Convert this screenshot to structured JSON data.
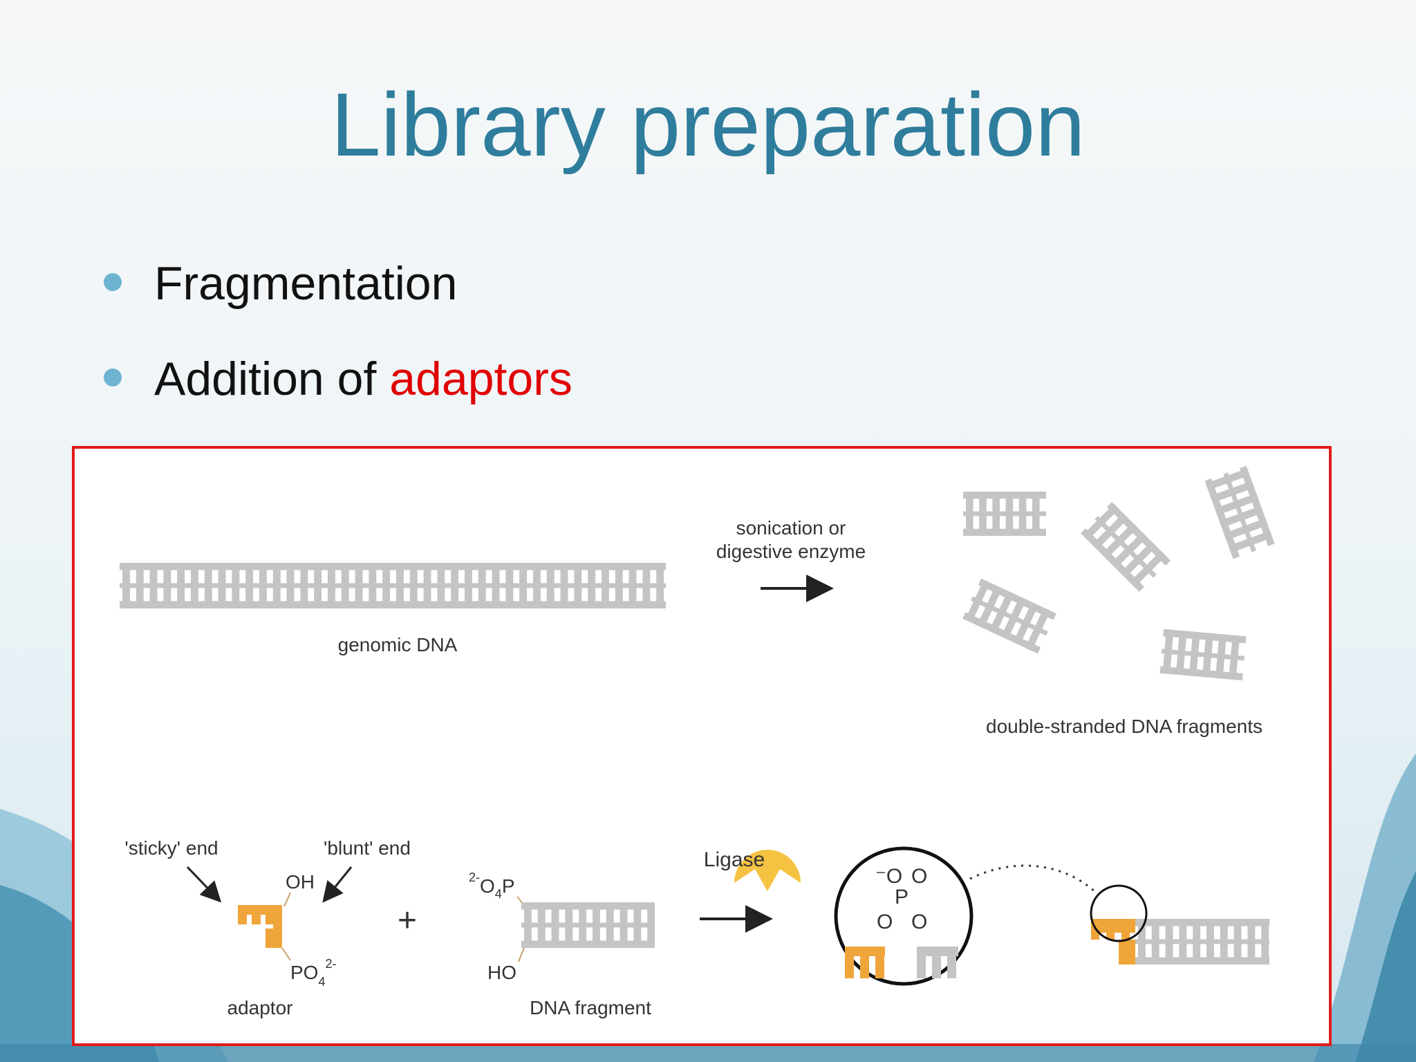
{
  "slide": {
    "title": "Library preparation",
    "bullets": [
      {
        "text": "Fragmentation"
      },
      {
        "prefix": "Addition of ",
        "highlight": "adaptors"
      }
    ]
  },
  "diagram": {
    "top": {
      "genomic_label": "genomic DNA",
      "method_line1": "sonication or",
      "method_line2": "digestive enzyme",
      "fragments_label": "double-stranded DNA fragments"
    },
    "bottom": {
      "sticky_label": "'sticky' end",
      "blunt_label": "'blunt' end",
      "oh_label": "OH",
      "po4_label": "PO",
      "po4_sub": "4",
      "po4_sup": "2-",
      "adaptor_label": "adaptor",
      "plus": "+",
      "o4p_sup": "2-",
      "o4p_o": "O",
      "o4p_sub": "4",
      "o4p_p": "P",
      "ho_label": "HO",
      "fragment_label": "DNA fragment",
      "ligase_label": "Ligase",
      "phosphate": {
        "o_minus": "⁻O",
        "o1": "O",
        "p": "P",
        "o2": "O",
        "o3": "O"
      }
    }
  },
  "colors": {
    "title": "#2f7d9c",
    "accent": "#e00000",
    "dna": "#c4c4c4",
    "adaptor": "#f0a53a",
    "ligase": "#f5c242",
    "frame": "#e01b1b"
  }
}
